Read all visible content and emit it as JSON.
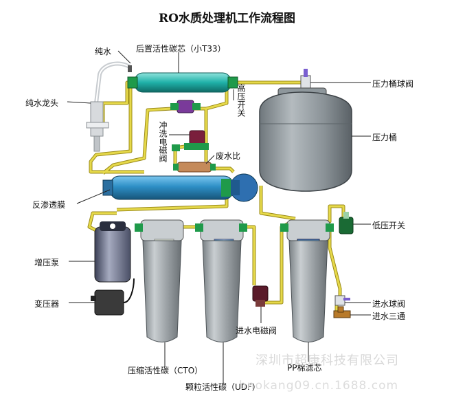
{
  "title": "RO水质处理机工作流程图",
  "labels": {
    "pure_water": "纯水",
    "post_carbon": "后置活性碳芯（小T33）",
    "faucet": "纯水龙头",
    "high_pressure_switch": "高压开关",
    "pressure_valve": "压力桶球阀",
    "flush_valve": "冲洗电磁阀",
    "waste_ratio": "废水比",
    "pressure_tank": "压力桶",
    "ro_membrane": "反渗透膜",
    "low_pressure_switch": "低压开关",
    "booster_pump": "增压泵",
    "transformer": "变压器",
    "inlet_ball_valve": "进水球阀",
    "inlet_solenoid": "进水电磁阀",
    "inlet_tee": "进水三通",
    "cto": "压缩活性碳（CTO）",
    "udf": "颗粒活性碳（UDF）",
    "pp": "PP棉滤芯"
  },
  "watermark": {
    "line1": "深圳市超康科技有限公司",
    "line2": "bnokang09.cn.1688.com"
  },
  "colors": {
    "pipe": "#e6d94a",
    "pipe_edge": "#9a8a18",
    "fitting": "#1f9a4a",
    "housing": "#9ea4a8",
    "tank": "#8e979c",
    "membrane": "#2e8fc6",
    "post_filter": "#1fb1a8",
    "solenoid": "#7a1f3c",
    "tee": "#b87a2a"
  }
}
